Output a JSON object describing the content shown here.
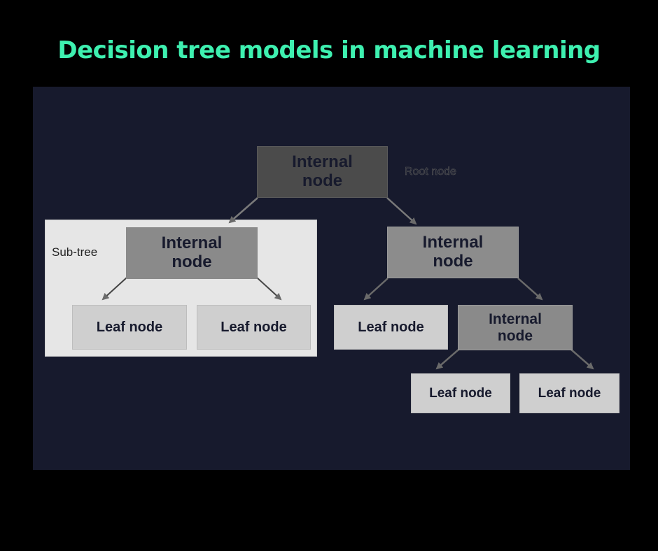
{
  "title": "Decision tree models in machine learning",
  "labels": {
    "root": "Root node",
    "subtree": "Sub-tree"
  },
  "nodes": {
    "root": {
      "line1": "Internal",
      "line2": "node"
    },
    "subtree_internal": {
      "line1": "Internal",
      "line2": "node"
    },
    "right_internal": {
      "line1": "Internal",
      "line2": "node"
    },
    "right_lower_internal": {
      "line1": "Internal",
      "line2": "node"
    },
    "subtree_leaf_left": "Leaf node",
    "subtree_leaf_right": "Leaf node",
    "right_leaf": "Leaf node",
    "bottom_leaf_left": "Leaf node",
    "bottom_leaf_right": "Leaf node"
  },
  "colors": {
    "title": "#3ef0b0",
    "panel": "#171a2d",
    "root_node": "#4b4b4b",
    "internal_node": "#8a8a8a",
    "leaf_node": "#cfcfcf",
    "subtree_box": "#e6e6e6"
  }
}
